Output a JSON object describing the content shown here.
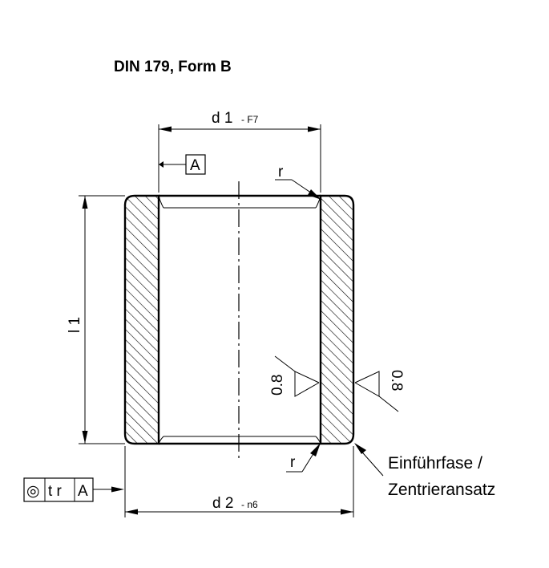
{
  "title": "DIN 179, Form B",
  "dimensions": {
    "d1_label": "d 1",
    "d1_tolerance": "- F7",
    "d2_label": "d 2",
    "d2_tolerance": "- n6",
    "l1_label": "l 1"
  },
  "datum": {
    "letter": "A"
  },
  "radius_label_top": "r",
  "radius_label_bottom": "r",
  "surface_roughness": {
    "inner": "0.8",
    "outer": "0.8"
  },
  "tolerance_frame": {
    "symbol": "◎",
    "value": "t r",
    "datum": "A"
  },
  "note": {
    "line1": "Einführfase /",
    "line2": "Zentrieransatz"
  }
}
